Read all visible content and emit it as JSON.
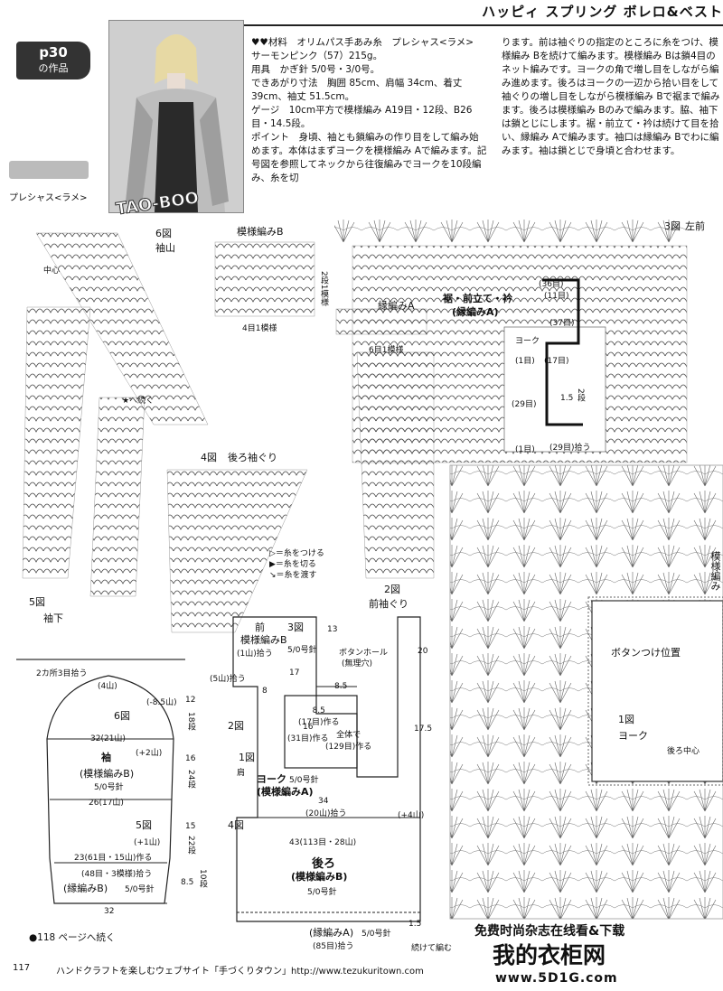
{
  "header": {
    "title": "ハッピィ スプリング ボレロ&ベスト"
  },
  "badge": {
    "page_ref": "p30",
    "caption": "の作品"
  },
  "photo": {
    "watermark": "TAO-BOO"
  },
  "yarn": {
    "label": "プレシャス<ラメ>"
  },
  "spec": {
    "material": "♥♥材料　オリムパス手あみ糸　プレシャス<ラメ>　サーモンピンク（57）215g。",
    "tools": "用具　かぎ針 5/0号・3/0号。",
    "size": "できあがり寸法　胸囲 85cm、肩幅 34cm、着丈 39cm、袖丈 51.5cm。",
    "gauge": "ゲージ　10cm平方で模様編み A19目・12段、B26目・14.5段。",
    "point": "ポイント　身頃、袖とも鎖編みの作り目をして編み始めます。本体はまずヨークを模様編み Aで編みます。記号図を参照してネックから往復編みでヨークを10段編み、糸を切"
  },
  "right_text": "ります。前は袖ぐりの指定のところに糸をつけ、模様編み Bを続けて編みます。模様編み Bは鎖4目のネット編みです。ヨークの角で増し目をしながら編み進めます。後ろはヨークの一辺から拾い目をして袖ぐりの増し目をしながら模様編み Bで裾まで編みます。後ろは模様編み Bのみで編みます。脇、袖下は鎖とじにします。裾・前立て・衿は続けて目を拾い、縁編み Aで編みます。袖口は縁編み Bでわに編みます。袖は鎖とじで身頃と合わせます。",
  "labels": {
    "fig6": "6図",
    "sleeve_cap": "袖山",
    "center": "中心",
    "pattern_b": "模様編みB",
    "pattern_b_repeat": "4目1模様",
    "pattern_b_rows": "2段1模様",
    "edge_a": "縁編みA",
    "edge_a_repeat": "6目1模様",
    "fig3": "3図",
    "left_front": "左前",
    "hem_front_collar": "裾・前立て・衿",
    "hem_front_collar_sub": "(縁編みA)",
    "fig4": "4図",
    "back_armhole": "後ろ袖ぐり",
    "continue_mark": "★へ続く",
    "fig5": "5図",
    "underarm": "袖下",
    "join1": "▷＝糸をつける",
    "join2": "▶＝糸を切る",
    "join3": "↘＝糸を渡す",
    "fig2": "2図",
    "front_armhole": "前袖ぐり",
    "yoke_small": "ヨーク",
    "button_pos": "ボタンつけ位置",
    "fig1": "1図",
    "yoke": "ヨーク",
    "back_center": "後ろ中心",
    "pattern_side": "模様編み",
    "front": "前",
    "front_fig3": "3図",
    "needle5": "5/0号針",
    "button_hole": "ボタンホール",
    "no_hole": "(無理穴)",
    "shoulder": "肩",
    "yoke_body": "ヨーク",
    "yoke_pattern": "(模様編みA)",
    "back": "後ろ",
    "back_pattern": "(模様編みB)",
    "edge_a_bottom": "(縁編みA)",
    "needle3": "5/0号針",
    "continue_edge": "続けて編む",
    "sleeve": "袖",
    "sleeve_pattern": "(模様編みB)",
    "sleeve_edge": "(縁編みB)",
    "sleeve_needle": "5/0号針"
  },
  "dims": {
    "front_1": "(1山)拾う",
    "front_5": "(5山)拾う",
    "v17": "17",
    "v8": "8",
    "v85": "8.5",
    "v13": "13",
    "v20": "20",
    "v175": "17.5",
    "v34": "34",
    "v43": "43(113目・28山)",
    "v20_4": "(20山)拾う",
    "v85_bottom": "(85目)拾う",
    "v15": "1.5",
    "center_block": "8.5\n(17目)作る",
    "center_body": "全体で\n(129目)作る",
    "c16": "16\n(31目)作る",
    "s4": "(4山)",
    "s85": "(-8.5山)",
    "s32": "32(21山)",
    "s26": "26(17山)",
    "s23": "23(61目・15山)作る",
    "s48": "(48目・3模様)拾う",
    "s32b": "32",
    "s12": "12",
    "s16": "16",
    "s15": "15",
    "s85b": "8.5",
    "rows18": "18段",
    "rows24": "24段",
    "rows22": "22段",
    "rows10": "10段",
    "plus2": "(+2山)",
    "plus1": "(+1山)",
    "plus4": "(+4山)",
    "f36": "(36目)",
    "f11": "(11目)",
    "f37": "(37目)",
    "f17": "(17目)",
    "f29": "(29目)",
    "f29b": "(29目)拾う",
    "f1": "(1目)",
    "f1b": "(1目)",
    "f15": "1.5",
    "two_rows": "2段",
    "sleeve_2": "2カ所3目拾う"
  },
  "footer": {
    "continue": "●118 ページへ続く",
    "page": "117",
    "site": "ハンドクラフトを楽しむウェブサイト「手づくりタウン」http://www.tezukuritown.com"
  },
  "watermark": {
    "line1": "免费时尚杂志在线看&下载",
    "line2": "我的衣柜网",
    "line3": "www.5D1G.com"
  }
}
